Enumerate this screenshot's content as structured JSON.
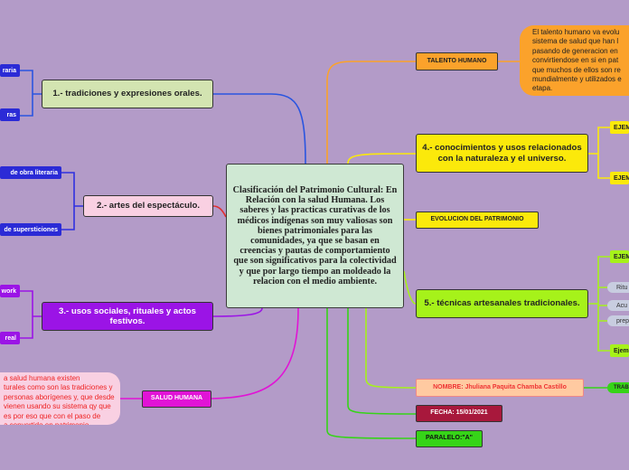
{
  "central": "Clasificación del Patrimonio Cultural: En Relación con la salud Humana. Los saberes y las practicas curativas de los médicos indígenas son muy valiosas son bienes patrimoniales para las comunidades, ya que se basan en creencias y pautas de comportamiento que son significativos para la colectividad y que por largo tiempo an moldeado la relacion  con el medio ambiente.",
  "left": {
    "tradiciones": "1.- tradiciones y expresiones orales.",
    "artes": "2.- artes del espectáculo.",
    "usos": "3.- usos sociales, rituales y actos festivos.",
    "salud": "SALUD HUMANA"
  },
  "left_chips": {
    "c1": "raria",
    "c2": "ras",
    "c3": "de obra literaria",
    "c4": "de supersticiones",
    "c5": "work",
    "c6": "real"
  },
  "salud_note": "a salud humana existen\nturales como son las tradiciones y\npersonas aborígenes y, que desde\nvienen usando su sistema qy que\nes por eso que con el paso de\na convertido en patrimonio .",
  "right": {
    "talento": "TALENTO HUMANO",
    "conocimientos": "4.- conocimientos y usos relacionados con la naturaleza y el universo.",
    "evolucion": "EVOLUCION DEL PATRIMONIO",
    "tecnicas": "5.- técnicas artesanales tradicionales.",
    "nombre": "NOMBRE: Jhuliana Paquita Chamba Castillo",
    "fecha": "FECHA: 15/01/2021",
    "paralelo": "PARALELO:\"A\""
  },
  "talento_note": "El talento humano va evolu\nsistema de salud que han l\npasando de generacion en\nconvirtiendose en si en pat\nque muchos de ellos son re\nmundialmente y utilizados e\netapa.",
  "right_chips": {
    "e1": "EJEM",
    "e2": "EJEM",
    "e3": "EJEM",
    "r1": "Ritu",
    "r2": "Acu",
    "r3": "prep",
    "e4": "Ejem",
    "t1": "TRABA"
  },
  "colors": {
    "background": "#b39bc8",
    "central": "#cfe8d3",
    "green_light": "#d3e4b1",
    "pink": "#f9d0e2",
    "purple": "#9b14e6",
    "yellow": "#fbe90b",
    "lime": "#a6f21a",
    "orange": "#fba22b",
    "peach": "#ffcaa1",
    "crimson": "#a8183c",
    "green": "#36d418",
    "blue": "#2b2bd6",
    "magenta": "#e113d6"
  }
}
